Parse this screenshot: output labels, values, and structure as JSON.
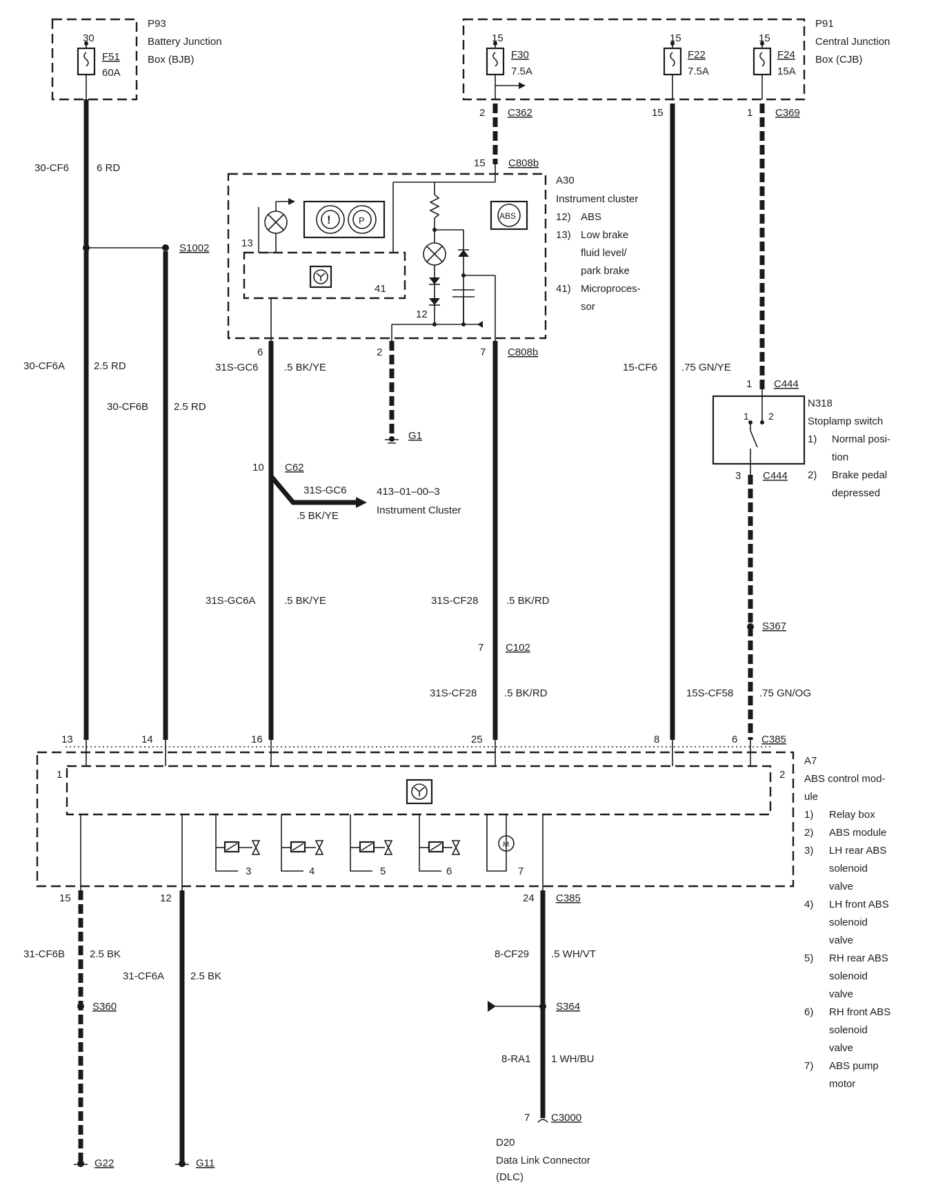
{
  "p93": {
    "id": "P93",
    "line1": "Battery Junction",
    "line2": "Box (BJB)",
    "pin": "30",
    "fuse": "F51",
    "rating": "60A"
  },
  "p91": {
    "id": "P91",
    "line1": "Central Junction",
    "line2": "Box (CJB)",
    "fuses": [
      {
        "pin": "15",
        "fuse": "F30",
        "rating": "7.5A"
      },
      {
        "pin": "15",
        "fuse": "F22",
        "rating": "7.5A"
      },
      {
        "pin": "15",
        "fuse": "F24",
        "rating": "15A"
      }
    ]
  },
  "a30": {
    "id": "A30",
    "title": "Instrument cluster",
    "items": [
      {
        "num": "12)",
        "text": "ABS"
      },
      {
        "num": "13)",
        "text": "Low brake"
      },
      {
        "num": "",
        "text": "fluid level/"
      },
      {
        "num": "",
        "text": "park brake"
      },
      {
        "num": "41)",
        "text": "Microproces-"
      },
      {
        "num": "",
        "text": "sor"
      }
    ],
    "inner_labels": {
      "lamp13": "13",
      "micro41": "41",
      "led12": "12",
      "abs_symbol": "ABS",
      "park_symbol": "P",
      "warn_symbol": "!"
    }
  },
  "n318": {
    "id": "N318",
    "title": "Stoplamp switch",
    "items": [
      {
        "num": "1)",
        "text": "Normal posi-"
      },
      {
        "num": "",
        "text": "tion"
      },
      {
        "num": "2)",
        "text": "Brake pedal"
      },
      {
        "num": "",
        "text": "depressed"
      }
    ],
    "pos1": "1",
    "pos2": "2"
  },
  "a7": {
    "id": "A7",
    "title": "ABS control mod-",
    "title2": "ule",
    "items": [
      {
        "num": "1)",
        "text": "Relay box"
      },
      {
        "num": "2)",
        "text": "ABS module"
      },
      {
        "num": "3)",
        "text": "LH rear ABS"
      },
      {
        "num": "",
        "text": "solenoid"
      },
      {
        "num": "",
        "text": "valve"
      },
      {
        "num": "4)",
        "text": "LH front ABS"
      },
      {
        "num": "",
        "text": "solenoid"
      },
      {
        "num": "",
        "text": "valve"
      },
      {
        "num": "5)",
        "text": "RH rear ABS"
      },
      {
        "num": "",
        "text": "solenoid"
      },
      {
        "num": "",
        "text": "valve"
      },
      {
        "num": "6)",
        "text": "RH front ABS"
      },
      {
        "num": "",
        "text": "solenoid"
      },
      {
        "num": "",
        "text": "valve"
      },
      {
        "num": "7)",
        "text": "ABS pump"
      },
      {
        "num": "",
        "text": "motor"
      }
    ],
    "inner": {
      "relay": "1",
      "module": "2",
      "v3": "3",
      "v4": "4",
      "v5": "5",
      "v6": "6",
      "m7": "7",
      "motor": "M"
    }
  },
  "d20": {
    "id": "D20",
    "line1": "Data Link Connector",
    "line2": "(DLC)"
  },
  "wires": {
    "w_30cf6": {
      "circuit": "30-CF6",
      "spec": "6 RD"
    },
    "w_30cf6a": {
      "circuit": "30-CF6A",
      "spec": "2.5 RD"
    },
    "w_30cf6b": {
      "circuit": "30-CF6B",
      "spec": "2.5 RD"
    },
    "w_31sgc6": {
      "circuit": "31S-GC6",
      "spec": ".5 BK/YE"
    },
    "w_31sgc6_branch": {
      "circuit": "31S-GC6",
      "spec": ".5 BK/YE"
    },
    "w_31sgc6a": {
      "circuit": "31S-GC6A",
      "spec": ".5 BK/YE"
    },
    "w_31scf28_upper": {
      "circuit": "31S-CF28",
      "spec": ".5 BK/RD"
    },
    "w_31scf28_lower": {
      "circuit": "31S-CF28",
      "spec": ".5 BK/RD"
    },
    "w_15cf6": {
      "circuit": "15-CF6",
      "spec": ".75 GN/YE"
    },
    "w_15scf58": {
      "circuit": "15S-CF58",
      "spec": ".75 GN/OG"
    },
    "w_31cf6b": {
      "circuit": "31-CF6B",
      "spec": "2.5 BK"
    },
    "w_31cf6a": {
      "circuit": "31-CF6A",
      "spec": "2.5 BK"
    },
    "w_8cf29": {
      "circuit": "8-CF29",
      "spec": ".5 WH/VT"
    },
    "w_8ra1": {
      "circuit": "8-RA1",
      "spec": "1 WH/BU"
    }
  },
  "connectors": {
    "c362": {
      "name": "C362",
      "pin": "2"
    },
    "c369": {
      "name": "C369",
      "pin": "1"
    },
    "cjb_pin15": {
      "pin": "15"
    },
    "c808b_top": {
      "name": "C808b",
      "pin": "15"
    },
    "c808b_bot": {
      "name": "C808b",
      "pin_a": "6",
      "pin_b": "2",
      "pin_c": "7"
    },
    "c444_top": {
      "name": "C444",
      "pin": "1"
    },
    "c444_bot": {
      "name": "C444",
      "pin": "3"
    },
    "c62": {
      "name": "C62",
      "pin": "10"
    },
    "c102": {
      "name": "C102",
      "pin": "7"
    },
    "c385_top": {
      "name": "C385",
      "pins": [
        "13",
        "14",
        "16",
        "25",
        "8",
        "6"
      ]
    },
    "c385_bot": {
      "name": "C385",
      "pins": [
        "15",
        "12",
        "24"
      ]
    },
    "c3000": {
      "name": "C3000",
      "pin": "7"
    }
  },
  "splices": {
    "s1002": "S1002",
    "s367": "S367",
    "s360": "S360",
    "s364": "S364"
  },
  "grounds": {
    "g1": "G1",
    "g22": "G22",
    "g11": "G11"
  },
  "reference": {
    "page": "413–01–00–3",
    "title": "Instrument Cluster"
  }
}
